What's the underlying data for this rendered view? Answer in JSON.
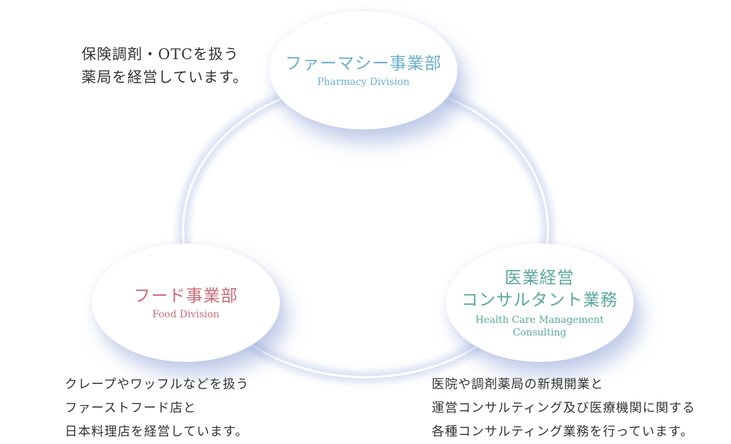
{
  "divisions": {
    "pharmacy": {
      "title": "ファーマシー事業部",
      "subtitle": "Pharmacy Division",
      "description": [
        "保険調剤・OTCを扱う",
        "薬局を経営しています。"
      ],
      "color": "#6ab0cc"
    },
    "food": {
      "title": "フード事業部",
      "subtitle": "Food Division",
      "description": [
        "クレープやワッフルなどを扱う",
        "ファーストフード店と",
        "日本料理店を経営しています。"
      ],
      "color": "#cc6b78"
    },
    "health": {
      "title_lines": [
        "医業経営",
        "コンサルタント業務"
      ],
      "subtitle_lines": [
        "Health Care Management",
        "Consulting"
      ],
      "description": [
        "医院や調剤薬局の新規開業と",
        "運営コンサルティング及び医療機関に関する",
        "各種コンサルティング業務を行っています。"
      ],
      "color": "#5aa89c"
    }
  }
}
